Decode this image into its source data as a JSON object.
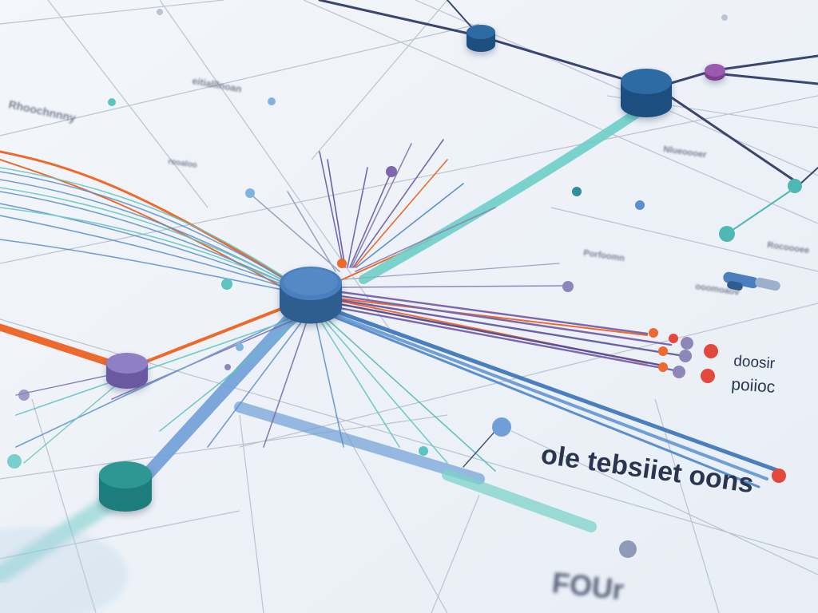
{
  "labels": {
    "bold_1": "ole tebsiiet oons",
    "bold_2": "FOUr",
    "right_1": "doosir",
    "right_2": "poiioc",
    "small": [
      "Rhoochnnny",
      "eitialllnoan",
      "Nlueoooer",
      "Porfoomn",
      "Rocoooee",
      "ooomoaov",
      "rooaloo"
    ]
  },
  "colors": {
    "background": "#eef3f8",
    "teal": "#5cc5c0",
    "blue": "#5b90cc",
    "navy": "#2f5d8f",
    "purple": "#7b67ad",
    "orange": "#ee6a2c",
    "red": "#e2493c"
  },
  "node_icons": [
    "central-hub-node",
    "teal-node",
    "purple-node",
    "top-hub-node",
    "top-small-node"
  ]
}
